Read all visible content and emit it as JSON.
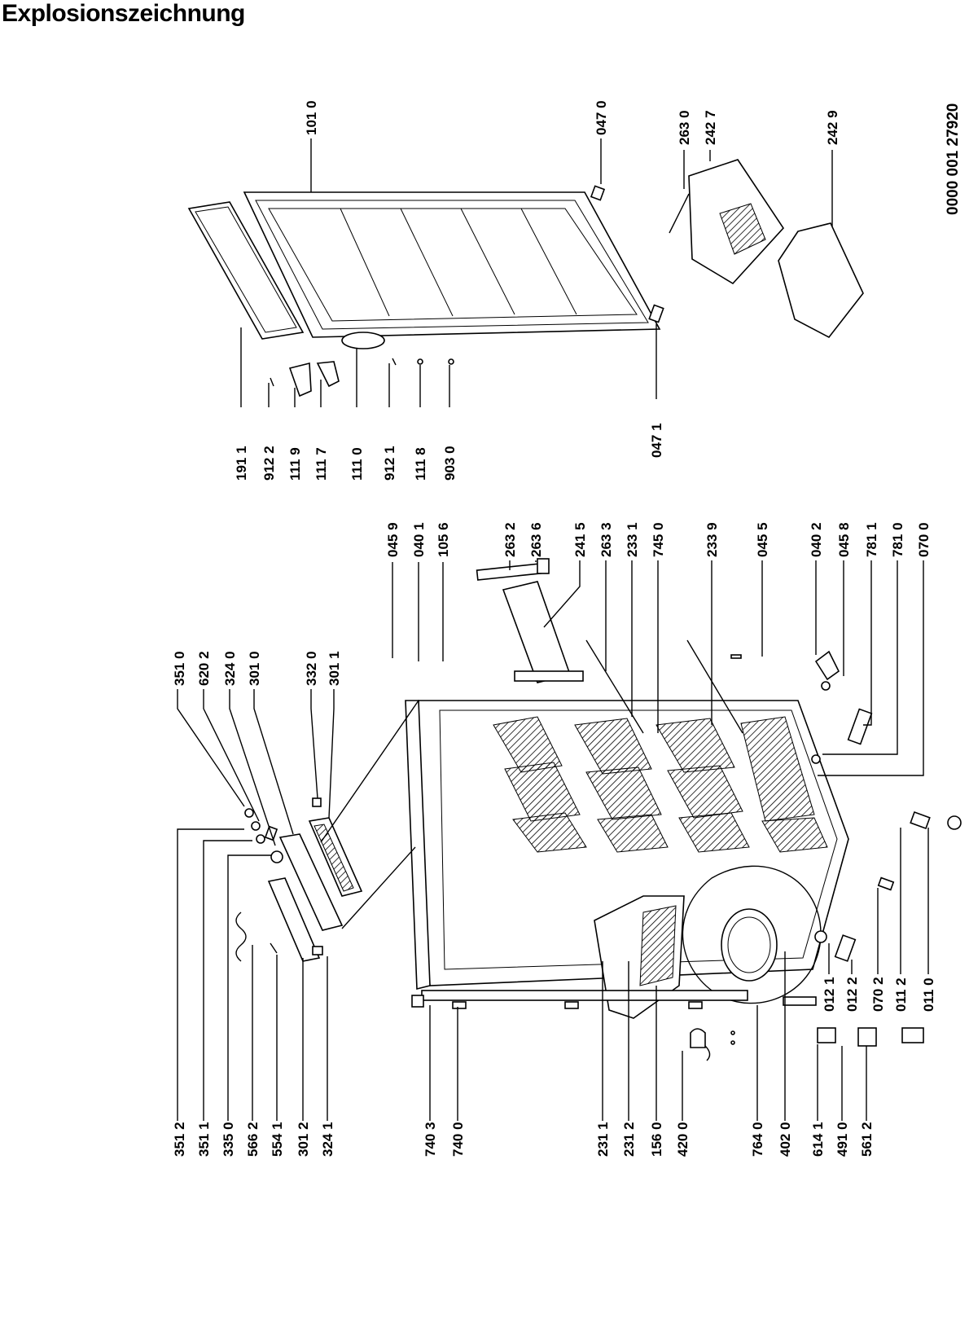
{
  "title": "Explosionszeichnung",
  "drawing_number": "0000 001 27920",
  "part_labels": {
    "l_351_2": "351 2",
    "l_351_1": "351 1",
    "l_335_0": "335 0",
    "l_566_2": "566 2",
    "l_554_1": "554 1",
    "l_301_2": "301 2",
    "l_324_1": "324 1",
    "l_740_3": "740 3",
    "l_740_0": "740 0",
    "l_231_1": "231 1",
    "l_231_2": "231 2",
    "l_156_0": "156 0",
    "l_420_0": "420 0",
    "l_764_0": "764 0",
    "l_402_0": "402 0",
    "l_614_1": "614 1",
    "l_491_0": "491 0",
    "l_561_2": "561 2",
    "l_012_1": "012 1",
    "l_012_2": "012 2",
    "l_070_2": "070 2",
    "l_011_2": "011 2",
    "l_011_0": "011 0",
    "l_351_0": "351 0",
    "l_620_2": "620 2",
    "l_324_0": "324 0",
    "l_301_0": "301 0",
    "l_332_0": "332 0",
    "l_301_1": "301 1",
    "l_045_9": "045 9",
    "l_040_1": "040 1",
    "l_105_6": "105 6",
    "l_263_2": "263 2",
    "l_263_6": "263 6",
    "l_241_5": "241 5",
    "l_263_3": "263 3",
    "l_233_1": "233 1",
    "l_745_0": "745 0",
    "l_233_9": "233 9",
    "l_045_5": "045 5",
    "l_040_2": "040 2",
    "l_045_8": "045 8",
    "l_781_1": "781 1",
    "l_781_0": "781 0",
    "l_070_0": "070 0",
    "l_191_1": "191 1",
    "l_912_2": "912 2",
    "l_111_9": "111 9",
    "l_111_7": "111 7",
    "l_111_0": "111 0",
    "l_912_1": "912 1",
    "l_111_8": "111 8",
    "l_903_0": "903 0",
    "l_047_1": "047 1",
    "l_101_0": "101 0",
    "l_047_0": "047 0",
    "l_263_0": "263 0",
    "l_242_7": "242 7",
    "l_242_9": "242 9"
  }
}
